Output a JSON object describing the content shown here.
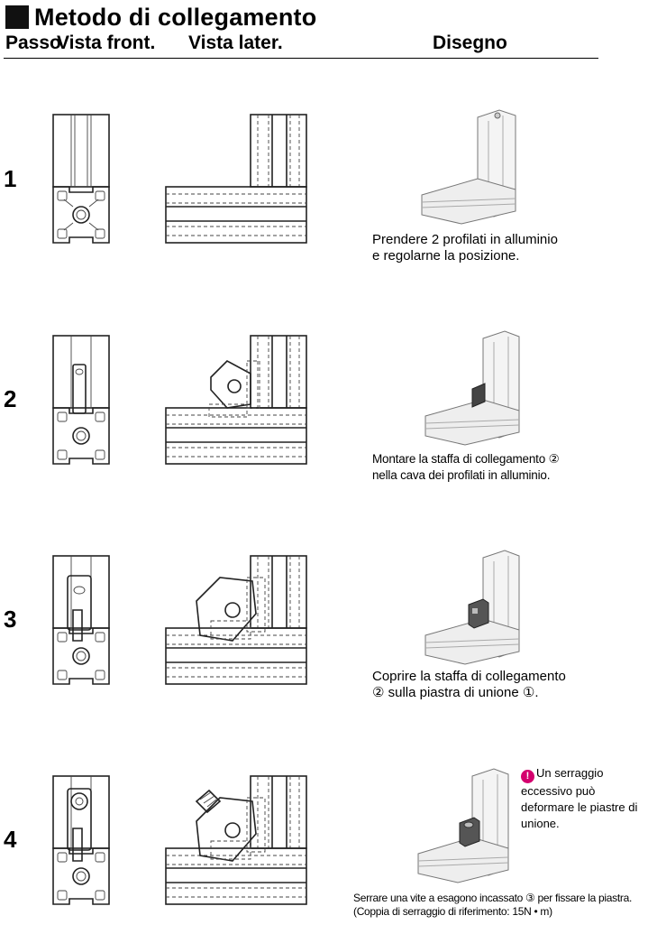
{
  "header": {
    "title": "Metodo di collegamento",
    "col_step": "Passo",
    "col_front": "Vista front.",
    "col_side": "Vista later.",
    "col_drawing": "Disegno"
  },
  "steps": [
    {
      "number": "1",
      "description": "Prendere 2 profilati in alluminio\ne regolarne la posizione."
    },
    {
      "number": "2",
      "description": "Montare la staffa di collegamento ②\nnella cava dei profilati in alluminio."
    },
    {
      "number": "3",
      "description": "Coprire la staffa di collegamento\n② sulla piastra di unione ①."
    },
    {
      "number": "4",
      "description": "Serrare una vite a esagono incassato ③ per fissare la piastra.\n(Coppia di serraggio di riferimento: 15N • m)"
    }
  ],
  "note": {
    "icon": "warning-icon",
    "icon_glyph": "!",
    "text": "Un serraggio eccessivo può deformare le piastre di unione."
  }
}
